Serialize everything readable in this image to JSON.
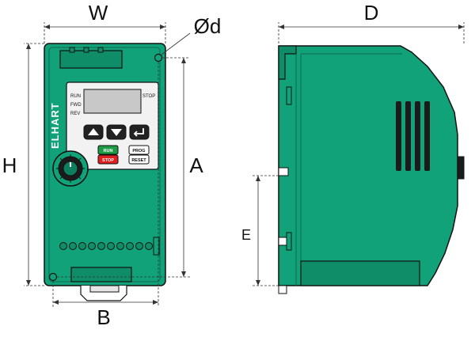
{
  "dimensions": {
    "W": "W",
    "D": "D",
    "H": "H",
    "A": "A",
    "B": "B",
    "E": "E",
    "hole": "Ød"
  },
  "device": {
    "brand": "ELHART",
    "indicators": [
      "RUN",
      "FWD",
      "REV"
    ],
    "stop_indicator": "STOP",
    "buttons": {
      "run": "RUN",
      "stop": "STOP",
      "prog": "PROG",
      "reset": "RESET"
    }
  },
  "colors": {
    "body": "#12a27a",
    "body_dark": "#0d7f5f",
    "outline": "#111111",
    "display": "#c8c8c8",
    "button_green": "#1d9b45",
    "button_red": "#e02020"
  }
}
